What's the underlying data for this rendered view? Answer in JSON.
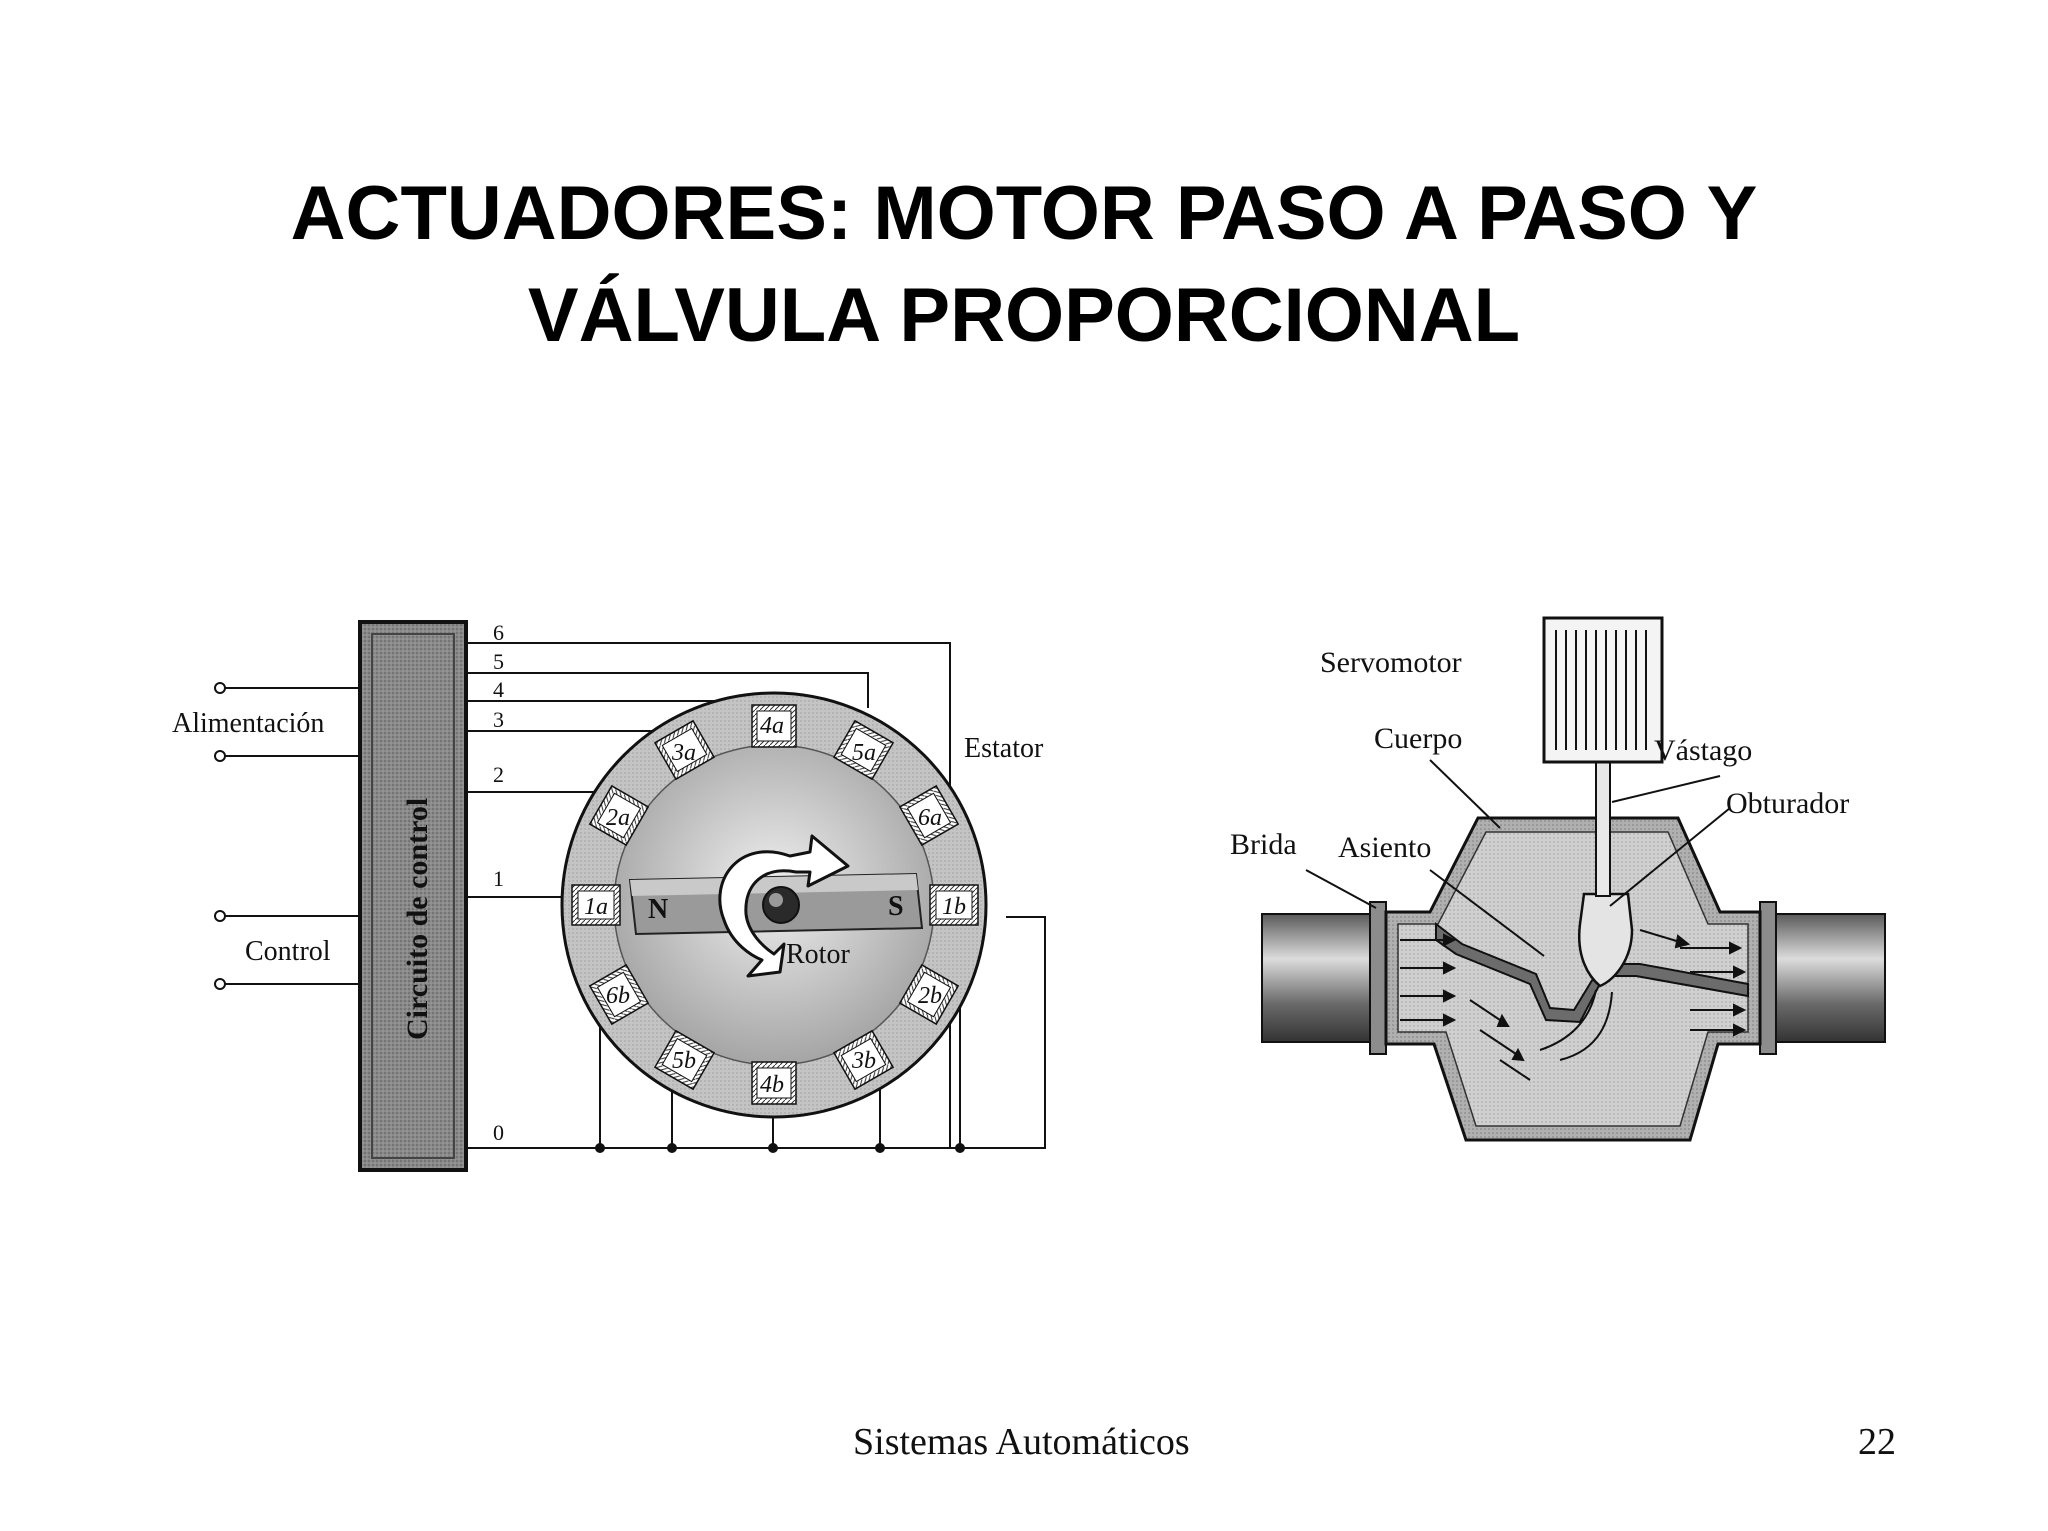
{
  "slide": {
    "title_line1": "ACTUADORES: MOTOR PASO A PASO Y",
    "title_line2": "VÁLVULA PROPORCIONAL",
    "footer": "Sistemas Automáticos",
    "page_number": "22"
  },
  "motor": {
    "power_label": "Alimentación",
    "control_label": "Control",
    "circuit_label": "Circuito de control",
    "stator_label": "Estator",
    "rotor_label": "Rotor",
    "north_label": "N",
    "south_label": "S",
    "wire_numbers": [
      "6",
      "5",
      "4",
      "3",
      "2",
      "1",
      "0"
    ],
    "coils": [
      "1a",
      "2a",
      "3a",
      "4a",
      "5a",
      "6a",
      "1b",
      "2b",
      "3b",
      "4b",
      "5b",
      "6b"
    ]
  },
  "valve": {
    "servomotor_label": "Servomotor",
    "body_label": "Cuerpo",
    "stem_label": "Vástago",
    "plug_label": "Obturador",
    "flange_label": "Brida",
    "seat_label": "Asiento"
  },
  "colors": {
    "text": "#111111",
    "stator_gray": "#b8b8b8",
    "rotor_gray": "#d2d2d2",
    "circuit_box": "#7a7a7a",
    "valve_body": "#a9a9a9"
  }
}
